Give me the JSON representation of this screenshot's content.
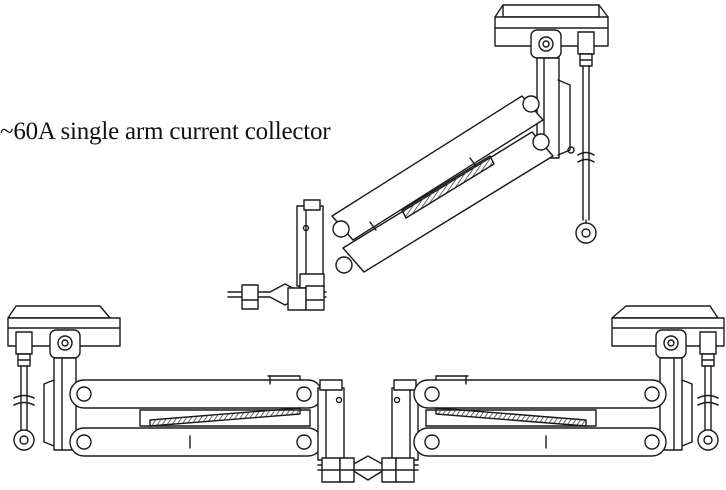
{
  "caption": {
    "text": "~60A single arm current collector"
  },
  "drawing": {
    "line_color": "#1a1a1a",
    "hatch_color": "#444444",
    "background": "#ffffff",
    "assemblies": [
      "upper-single-arm",
      "lower-left-arm",
      "lower-right-arm"
    ]
  }
}
